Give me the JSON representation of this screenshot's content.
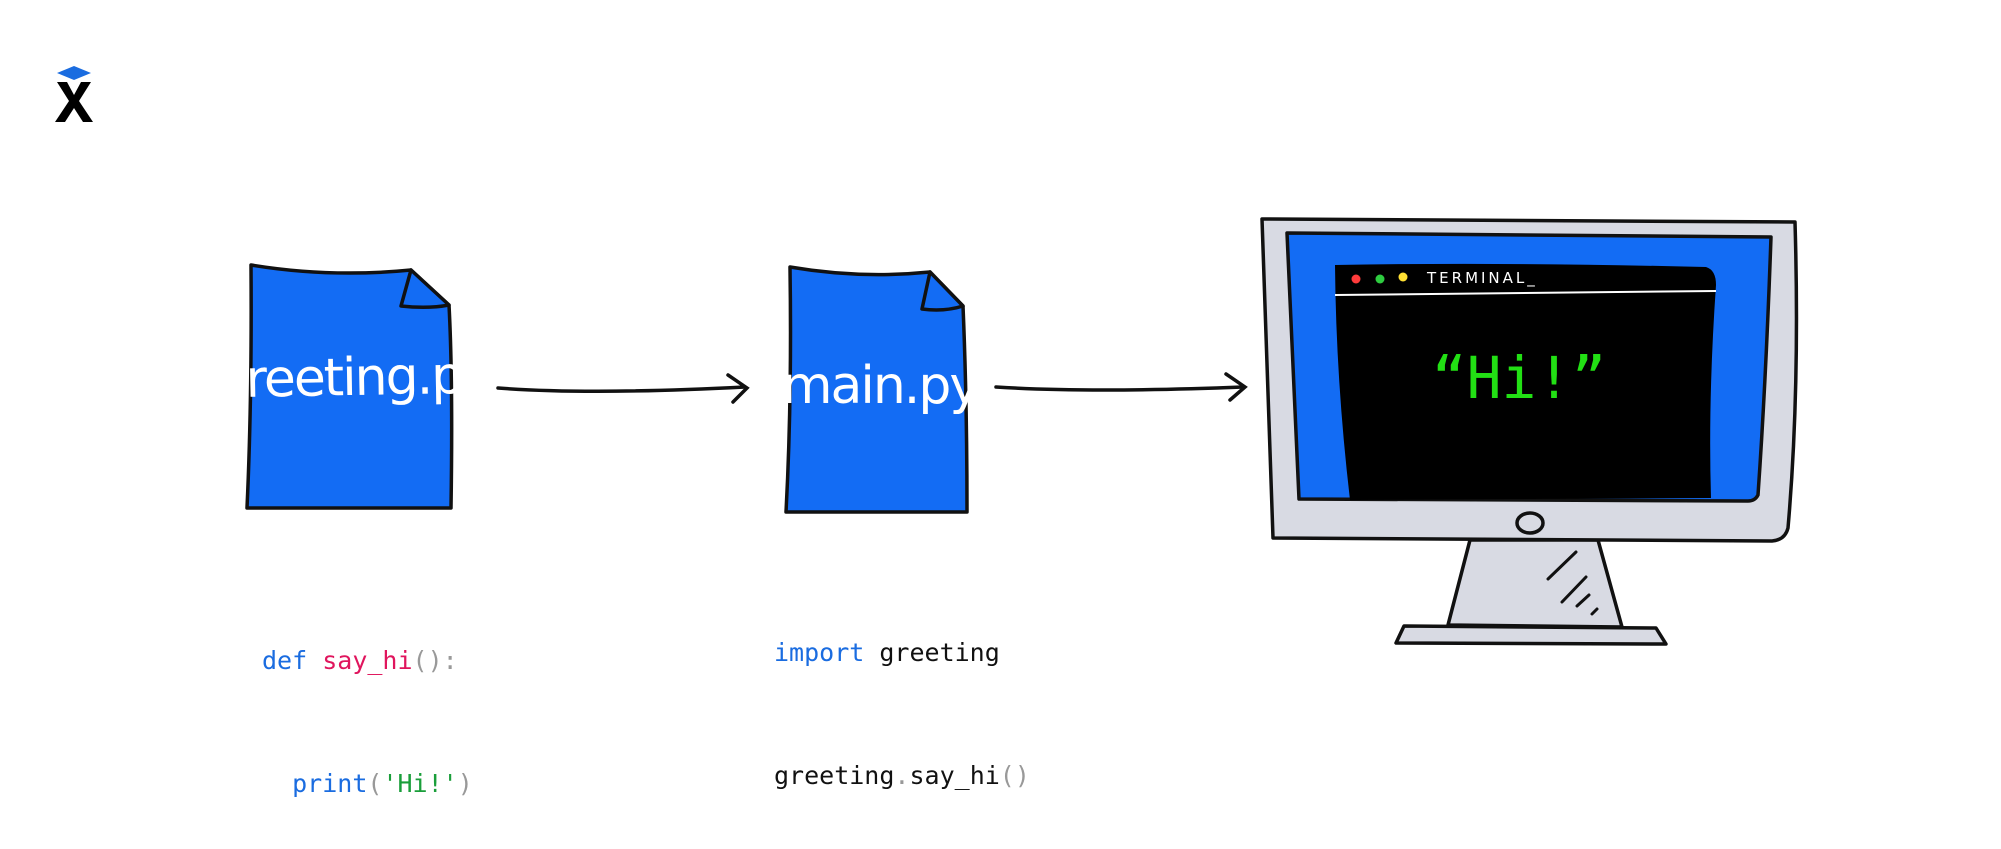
{
  "colors": {
    "file_blue": "#136cf4",
    "outline": "#111111",
    "monitor_gray": "#d8dae3",
    "terminal_bg": "#000000",
    "terminal_text": "#22e014",
    "keyword_blue": "#1a6ce0",
    "function_red": "#e0155d",
    "string_green": "#1a9e3a",
    "punct_gray": "#999999"
  },
  "logo": {
    "icon": "mortarboard-x-logo-icon"
  },
  "files": [
    {
      "name": "greeting.py",
      "code": {
        "line1": {
          "keyword": "def",
          "func": "say_hi",
          "punct": "():"
        },
        "line2": {
          "func": "print",
          "punct_open": "(",
          "string": "'Hi!'",
          "punct_close": ")"
        }
      }
    },
    {
      "name": "main.py",
      "code": {
        "line1": {
          "keyword": "import",
          "module": "greeting"
        },
        "line2": {
          "module": "greeting",
          "dot": ".",
          "func": "say_hi",
          "punct": "()"
        }
      }
    }
  ],
  "arrows": [
    {
      "icon": "arrow-right-icon"
    },
    {
      "icon": "arrow-right-icon"
    }
  ],
  "monitor": {
    "terminal_title": "TERMINAL_",
    "output": "“Hi!”",
    "window_dots": [
      "#ff3b3b",
      "#2ecc40",
      "#ffe033"
    ]
  }
}
